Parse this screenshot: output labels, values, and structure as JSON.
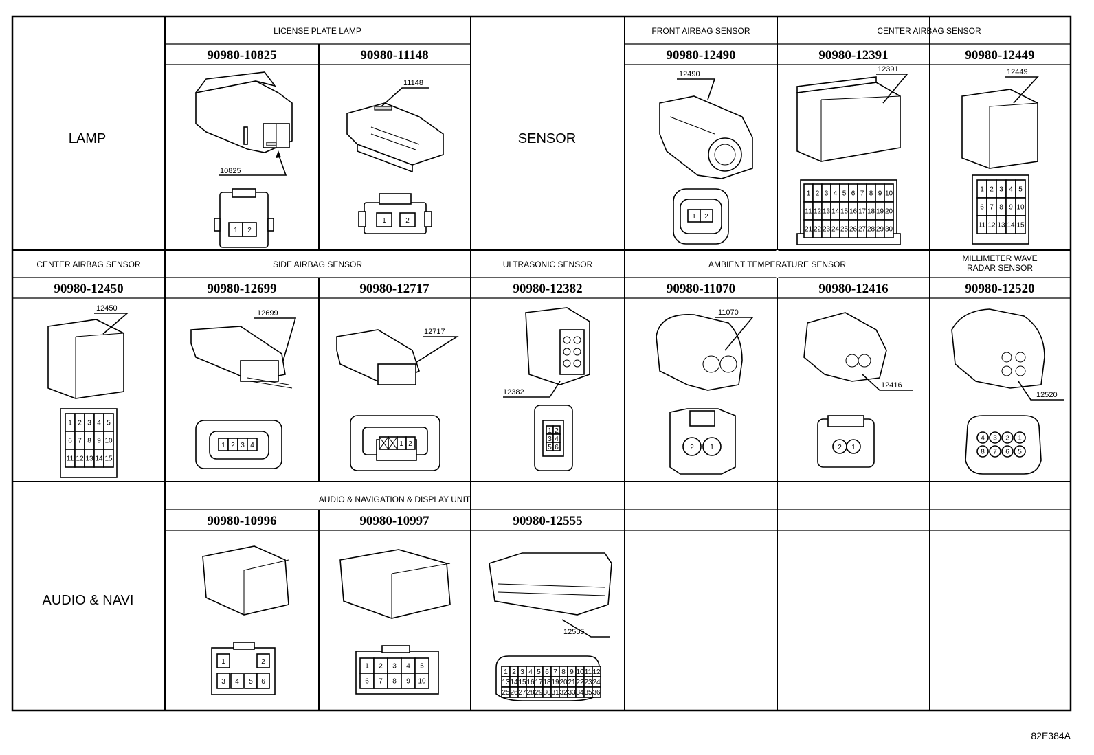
{
  "diagram_code": "82E384A",
  "rows": [
    {
      "category": "LAMP",
      "groups": [
        {
          "title": "LICENSE PLATE LAMP",
          "parts": [
            {
              "pn": "90980-10825",
              "callout": "10825",
              "pins": [
                "1",
                "2"
              ]
            },
            {
              "pn": "90980-11148",
              "callout": "11148",
              "pins": [
                "1",
                "2"
              ]
            }
          ]
        },
        {
          "title": "",
          "category": "SENSOR"
        },
        {
          "title": "FRONT AIRBAG SENSOR",
          "parts": [
            {
              "pn": "90980-12490",
              "callout": "12490",
              "pins": [
                "1",
                "2"
              ]
            }
          ]
        },
        {
          "title": "CENTER AIRBAG SENSOR",
          "parts": [
            {
              "pn": "90980-12391",
              "callout": "12391",
              "pins": [
                "1",
                "2",
                "3",
                "4",
                "5",
                "6",
                "7",
                "8",
                "9",
                "10",
                "11",
                "12",
                "13",
                "14",
                "15",
                "16",
                "17",
                "18",
                "19",
                "20",
                "21",
                "22",
                "23",
                "24",
                "25",
                "26",
                "27",
                "28",
                "29",
                "30"
              ]
            },
            {
              "pn": "90980-12449",
              "callout": "12449",
              "pins": [
                "1",
                "2",
                "3",
                "4",
                "5",
                "6",
                "7",
                "8",
                "9",
                "10",
                "11",
                "12",
                "13",
                "14",
                "15"
              ]
            }
          ]
        }
      ]
    },
    {
      "groups": [
        {
          "title": "CENTER AIRBAG SENSOR",
          "parts": [
            {
              "pn": "90980-12450",
              "callout": "12450",
              "pins": [
                "1",
                "2",
                "3",
                "4",
                "5",
                "6",
                "7",
                "8",
                "9",
                "10",
                "11",
                "12",
                "13",
                "14",
                "15"
              ]
            }
          ]
        },
        {
          "title": "SIDE AIRBAG SENSOR",
          "parts": [
            {
              "pn": "90980-12699",
              "callout": "12699",
              "pins": [
                "1",
                "2",
                "3",
                "4"
              ]
            },
            {
              "pn": "90980-12717",
              "callout": "12717",
              "pins": [
                "1",
                "2"
              ]
            }
          ]
        },
        {
          "title": "ULTRASONIC SENSOR",
          "parts": [
            {
              "pn": "90980-12382",
              "callout": "12382",
              "pins": [
                "1",
                "2",
                "3",
                "4",
                "5",
                "6"
              ]
            }
          ]
        },
        {
          "title": "AMBIENT TEMPERATURE SENSOR",
          "parts": [
            {
              "pn": "90980-11070",
              "callout": "11070",
              "pins": [
                "2",
                "1"
              ]
            },
            {
              "pn": "90980-12416",
              "callout": "12416",
              "pins": [
                "2",
                "1"
              ]
            }
          ]
        },
        {
          "title": "MILLIMETER WAVE\nRADAR SENSOR",
          "parts": [
            {
              "pn": "90980-12520",
              "callout": "12520",
              "pins": [
                "4",
                "3",
                "2",
                "1",
                "8",
                "7",
                "6",
                "5"
              ]
            }
          ]
        }
      ]
    },
    {
      "category": "AUDIO & NAVI",
      "groups": [
        {
          "title": "AUDIO & NAVIGATION & DISPLAY UNIT",
          "parts": [
            {
              "pn": "90980-10996",
              "callout": "",
              "pins": [
                "1",
                "2",
                "3",
                "4",
                "5",
                "6"
              ]
            },
            {
              "pn": "90980-10997",
              "callout": "",
              "pins": [
                "1",
                "2",
                "3",
                "4",
                "5",
                "6",
                "7",
                "8",
                "9",
                "10"
              ]
            },
            {
              "pn": "90980-12555",
              "callout": "12555",
              "pins": [
                "1",
                "2",
                "3",
                "4",
                "5",
                "6",
                "7",
                "8",
                "9",
                "10",
                "11",
                "12",
                "13",
                "14",
                "15",
                "16",
                "17",
                "18",
                "19",
                "20",
                "21",
                "22",
                "23",
                "24",
                "25",
                "26",
                "27",
                "28",
                "29",
                "30",
                "31",
                "32",
                "33",
                "34",
                "35",
                "36"
              ]
            }
          ]
        }
      ]
    }
  ]
}
